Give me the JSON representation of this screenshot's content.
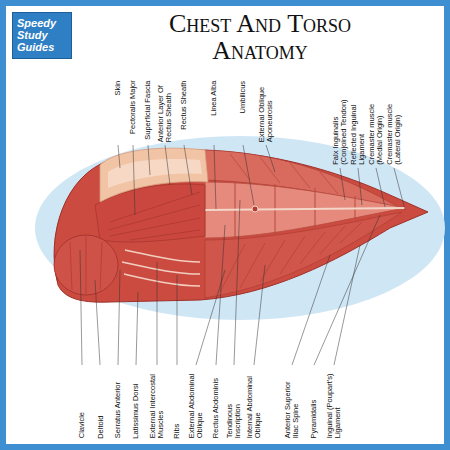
{
  "diagram": {
    "title": "Chest And Torso Anatomy",
    "nodes": [
      {
        "text": [
          "Speedy Study Guides"
        ]
      }
    ],
    "labels": [
      "Skin",
      "Pectoralis Major",
      "Superficial Fascia",
      "Anterior Layer Of Rectus Sheath",
      "Rectus Sheath",
      "Linea Alba",
      "Umbilicus",
      "External Oblique Aponeurosis",
      "Falx Inguinalis (Conjoined Tendon)",
      "Reflected Inguinal Ligament",
      "Cremaster muscle (Medial Origin)",
      "Cremaster muscle (Lateral Origin)",
      "Clavicle",
      "Deltoid",
      "Serratus Anterior",
      "Latissimus Dorsi",
      "External Intercostal Muscles",
      "Ribs",
      "External Abdominal Oblique",
      "Rectus Abdominis",
      "Tendinous Inscription",
      "Internal Abdominal Oblique",
      "Anterior Superior Iliac Spine",
      "Pyramidalis",
      "Inguinal (Poupart's) Ligament"
    ]
  }
}
